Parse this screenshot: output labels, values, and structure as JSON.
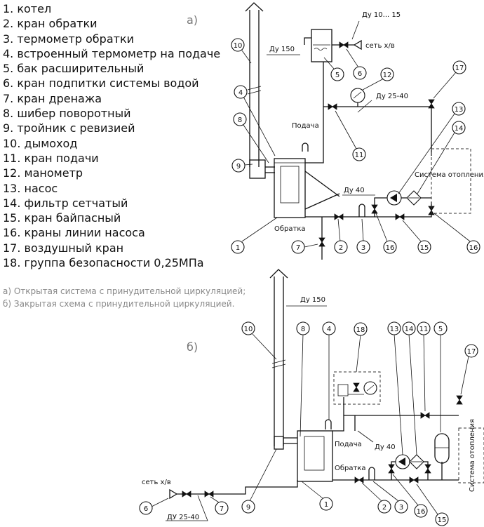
{
  "legend": [
    "1. котел",
    "2. кран обратки",
    "3. термометр обратки",
    "4. встроенный термометр на подаче",
    "5. бак расширительный",
    "6. кран подпитки системы водой",
    "7. кран дренажа",
    "8. шибер поворотный",
    "9. тройник с ревизией",
    "10. дымоход",
    "11. кран подачи",
    "12. манометр",
    "13. насос",
    "14. фильтр сетчатый",
    "15. кран байпасный",
    "16. краны линии насоса",
    "17. воздушный кран",
    "18. группа безопасности 0,25МПа"
  ],
  "notes": [
    "а) Открытая система с принудительной циркуляцией;",
    "б) Закрытая схема с принудительной циркуляцией."
  ],
  "diagram_a": {
    "section_label": "а)",
    "chimney_label": "Ду 150",
    "feed_pipe_label": "Ду 10... 15",
    "water_main_label": "сеть х/в",
    "supply_pipe_label": "Ду 25-40",
    "supply_label": "Подача",
    "return_pipe_label": "Ду 40",
    "return_label": "Обратка",
    "heating_system_label": "Система отопления",
    "callouts": [
      "1",
      "2",
      "3",
      "4",
      "5",
      "6",
      "7",
      "8",
      "9",
      "10",
      "11",
      "12",
      "13",
      "14",
      "15",
      "16",
      "16",
      "17"
    ]
  },
  "diagram_b": {
    "section_label": "б)",
    "chimney_label": "Ду 150",
    "water_main_label": "сеть х/в",
    "feed_pipe_label": "ДУ 25-40",
    "supply_label": "Подача",
    "return_pipe_label": "Ду 40",
    "return_label": "Обратка",
    "heating_system_label": "Система отопления",
    "callouts": [
      "1",
      "2",
      "3",
      "4",
      "5",
      "6",
      "7",
      "8",
      "9",
      "10",
      "11",
      "13",
      "14",
      "15",
      "16",
      "17",
      "18"
    ]
  }
}
